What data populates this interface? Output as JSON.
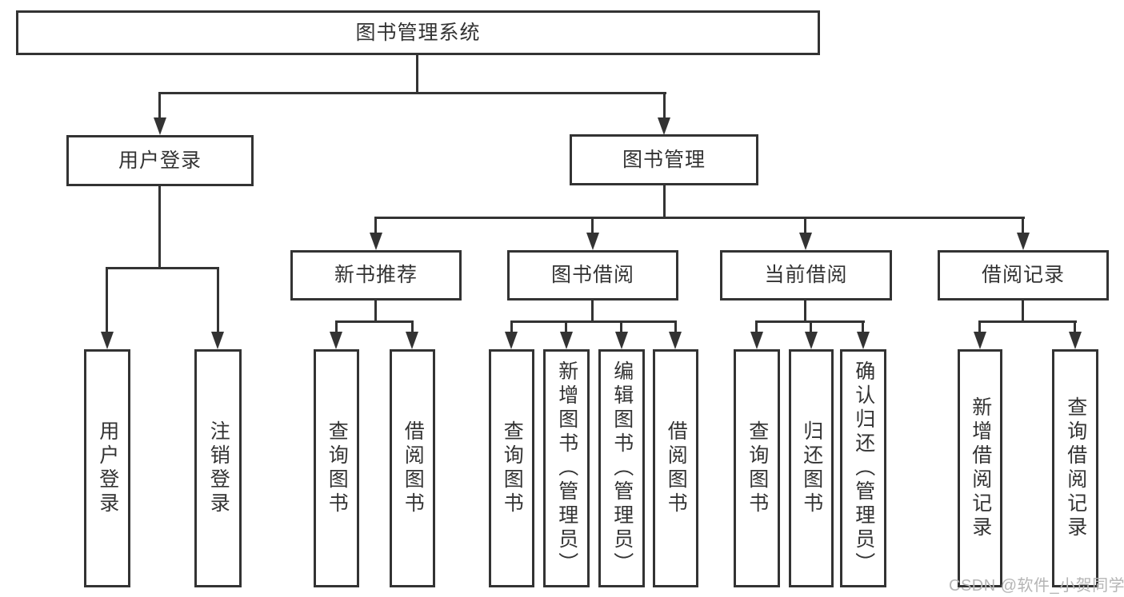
{
  "diagram": {
    "title": "图书管理系统",
    "tree": {
      "root": {
        "label": "图书管理系统",
        "children": [
          {
            "label": "用户登录",
            "children": [
              {
                "label": "用户登录"
              },
              {
                "label": "注销登录"
              }
            ]
          },
          {
            "label": "图书管理",
            "children": [
              {
                "label": "新书推荐",
                "children": [
                  {
                    "label": "查询图书"
                  },
                  {
                    "label": "借阅图书"
                  }
                ]
              },
              {
                "label": "图书借阅",
                "children": [
                  {
                    "label": "查询图书"
                  },
                  {
                    "label": "新增图书（管理员）"
                  },
                  {
                    "label": "编辑图书（管理员）"
                  },
                  {
                    "label": "借阅图书"
                  }
                ]
              },
              {
                "label": "当前借阅",
                "children": [
                  {
                    "label": "查询图书"
                  },
                  {
                    "label": "归还图书"
                  },
                  {
                    "label": "确认归还（管理员）"
                  }
                ]
              },
              {
                "label": "借阅记录",
                "children": [
                  {
                    "label": "新增借阅记录"
                  },
                  {
                    "label": "查询借阅记录"
                  }
                ]
              }
            ]
          }
        ]
      }
    },
    "colors": {
      "line": "#333333",
      "text": "#333333",
      "box_background": "#ffffff",
      "page_background": "#ffffff",
      "watermark": "#b5b5b5"
    }
  },
  "watermark": {
    "text": "CSDN @软件_小贺同学"
  }
}
